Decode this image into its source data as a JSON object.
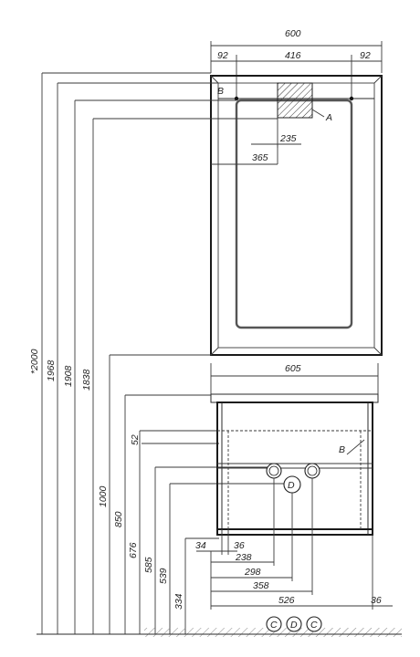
{
  "mirror": {
    "overall_width": "600",
    "side_left": "92",
    "center": "416",
    "side_right": "92",
    "inner_offset": "235",
    "outer_offset": "365",
    "label_b": "B",
    "label_a": "A"
  },
  "heights": {
    "h2000": "*2000",
    "h1968": "1968",
    "h1908": "1908",
    "h1838": "1838",
    "h1000": "1000",
    "h850": "850",
    "h676": "676",
    "h585": "585",
    "h539": "539",
    "h334": "334",
    "h52": "52"
  },
  "cabinet": {
    "overall_width": "605",
    "label_b": "B",
    "label_d": "D",
    "d34": "34",
    "d36a": "36",
    "d238": "238",
    "d298": "298",
    "d358": "358",
    "d526": "526",
    "d36b": "36"
  },
  "legend": {
    "c1": "C",
    "d": "D",
    "c2": "C"
  }
}
